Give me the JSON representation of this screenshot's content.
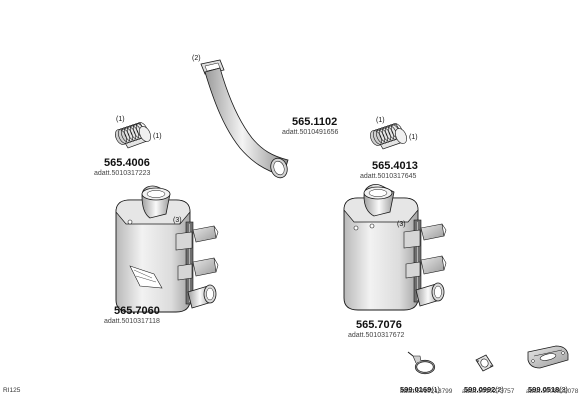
{
  "diagram_code": "RI125",
  "parts": {
    "pipe": {
      "number": "565.1102",
      "ref": "adatt.5010491656",
      "qty": "(2)"
    },
    "left_coupling": {
      "number": "565.4006",
      "ref": "adatt.5010317223",
      "qty_top": "(1)",
      "qty_side": "(1)"
    },
    "right_coupling": {
      "number": "565.4013",
      "ref": "adatt.5010317645",
      "qty_top": "(1)",
      "qty_side": "(1)"
    },
    "left_silencer": {
      "number": "565.7060",
      "ref": "adatt.5010317118",
      "qty": "(3)"
    },
    "right_silencer": {
      "number": "565.7076",
      "ref": "adatt.5010317672",
      "qty": "(3)"
    },
    "clamp": {
      "number": "599.0169",
      "qty": "(1)",
      "ref": "adatt.5010213799"
    },
    "gasket": {
      "number": "599.0992",
      "qty": "(2)",
      "ref": "adatt.5010273757"
    },
    "bracket": {
      "number": "599.0518",
      "qty": "(3)",
      "ref": "adatt.5001822078"
    }
  },
  "colors": {
    "ink": "#1a1a1a",
    "shade": "#8a8a8a",
    "light": "#c8c8c8"
  }
}
